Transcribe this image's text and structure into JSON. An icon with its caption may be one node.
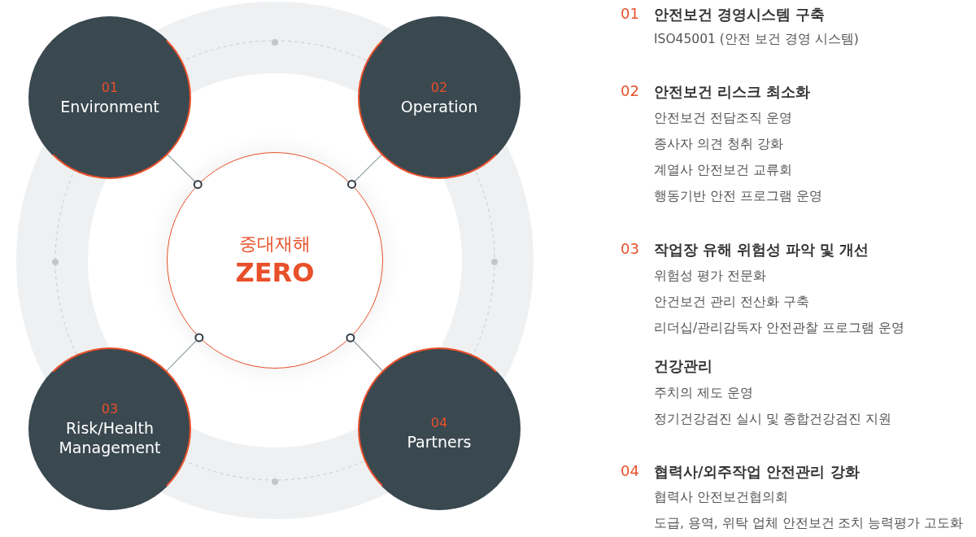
{
  "diagram": {
    "nodes": [
      {
        "text": [
          "중대재해",
          "ZERO"
        ]
      },
      {
        "text": [
          "01",
          "Environment"
        ]
      },
      {
        "text": [
          "02",
          "Operation"
        ]
      },
      {
        "text": [
          "03",
          "Risk/Health Management"
        ]
      },
      {
        "text": [
          "04",
          "Partners"
        ]
      }
    ],
    "edges": [
      {
        "from": 1,
        "to": 0,
        "arrow": "other"
      },
      {
        "from": 2,
        "to": 0,
        "arrow": "other"
      },
      {
        "from": 3,
        "to": 0,
        "arrow": "other"
      },
      {
        "from": 4,
        "to": 0,
        "arrow": "other"
      }
    ],
    "labels": [
      "01",
      "안전보건 경영시스템 구축",
      "ISO45001 (안전 보건 경영 시스템)",
      "02",
      "안전보건 리스크 최소화",
      "안전보건 전담조직 운영",
      "종사자 의견 청취 강화",
      "계열사 안전보건 교류회",
      "행동기반 안전 프로그램 운영",
      "03",
      "작업장 유해 위험성 파악 및 개선",
      "위험성 평가 전문화",
      "안건보건 관리 전산화 구축",
      "리더십/관리감독자 안전관찰 프로그램 운영",
      "건강관리",
      "주치의 제도 운영",
      "정기건강검진 실시 및 종합건강검진 지원",
      "04",
      "협력사/외주작업 안전관리 강화",
      "협력사 안전보건협의회",
      "도급, 용역, 위탁 업체 안전보건 조치 능력평가 고도화"
    ]
  }
}
